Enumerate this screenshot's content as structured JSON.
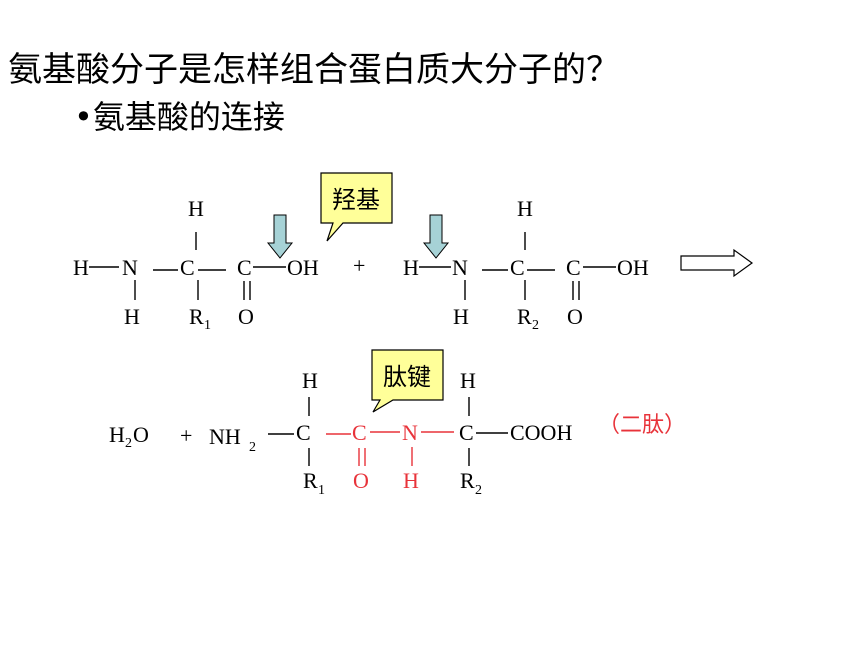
{
  "title": "氨基酸分子是怎样组合蛋白质大分子的？",
  "subtitle": "•氨基酸的连接",
  "callouts": {
    "hydroxyl": "羟基",
    "peptide_bond": "肽键"
  },
  "dipeptide_label": "（二肽）",
  "atoms": {
    "H": "H",
    "N": "N",
    "C": "C",
    "O": "O",
    "OH": "OH",
    "R": "R",
    "NH": "NH",
    "COOH": "COOH"
  },
  "subscripts": {
    "one": "1",
    "two": "2"
  },
  "operators": {
    "plus": "+"
  },
  "colors": {
    "text": "#000000",
    "highlight": "#e8333a",
    "callout_fill": "#ffff99",
    "arrow_fill": "#a6d2d6"
  },
  "icons": {
    "down_arrow": "down-arrow-icon",
    "right_arrow": "hollow-right-arrow-icon"
  }
}
